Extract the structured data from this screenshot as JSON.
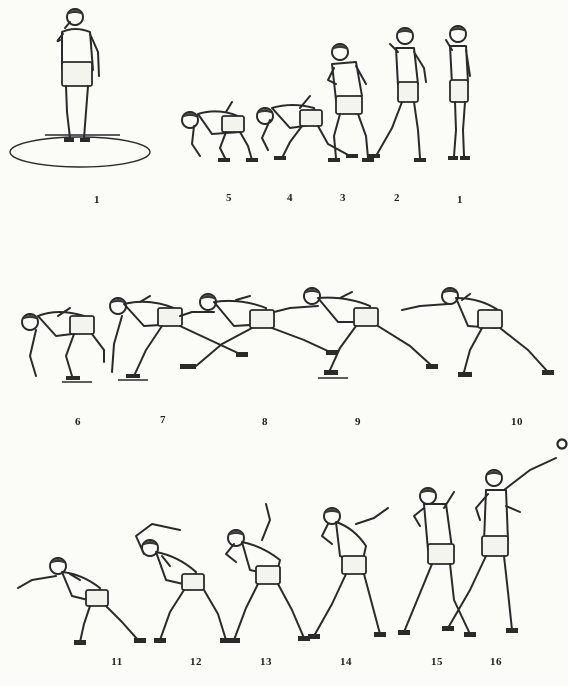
{
  "figure": {
    "rows": [
      {
        "labels": [
          "1",
          "5",
          "4",
          "3",
          "2",
          "1"
        ]
      },
      {
        "labels": [
          "6",
          "7",
          "8",
          "9",
          "10"
        ]
      },
      {
        "labels": [
          "11",
          "12",
          "13",
          "14",
          "15",
          "16"
        ]
      }
    ]
  },
  "colors": {
    "ink": "#2a2a2a",
    "paper": "#fbfbf8"
  }
}
